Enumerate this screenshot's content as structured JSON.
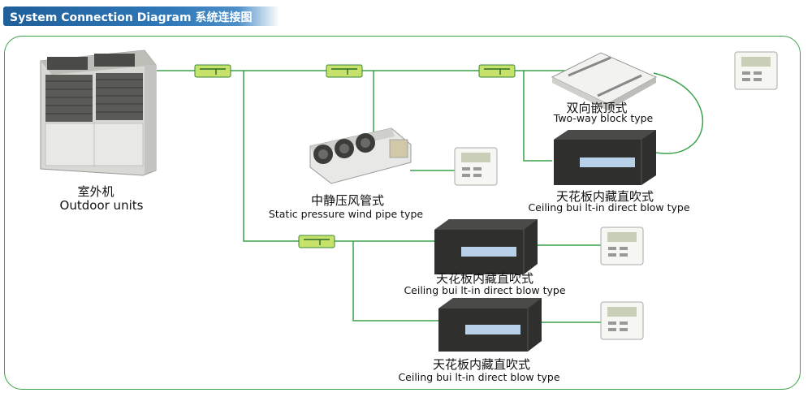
{
  "header": {
    "title": "System Connection Diagram  系统连接图"
  },
  "labels": {
    "outdoor_cn": "室外机",
    "outdoor_en": "Outdoor units",
    "static_cn": "中静压风管式",
    "static_en": "Static pressure wind pipe type",
    "twoway_cn": "双向嵌顶式",
    "twoway_en": "Two-way block type",
    "ceiling1_cn": "天花板内藏直吹式",
    "ceiling1_en": "Ceiling bui lt-in direct blow type",
    "ceiling2_cn": "天花板内藏直吹式",
    "ceiling2_en": "Ceiling bui lt-in direct blow type",
    "ceiling3_cn": "天花板内藏直吹式",
    "ceiling3_en": "Ceiling bui lt-in direct blow type"
  },
  "colors": {
    "header_bg": "#2f78b8",
    "line": "#3aa24a",
    "joint_fill": "#c6e26a",
    "joint_stroke": "#3a8a3a"
  }
}
